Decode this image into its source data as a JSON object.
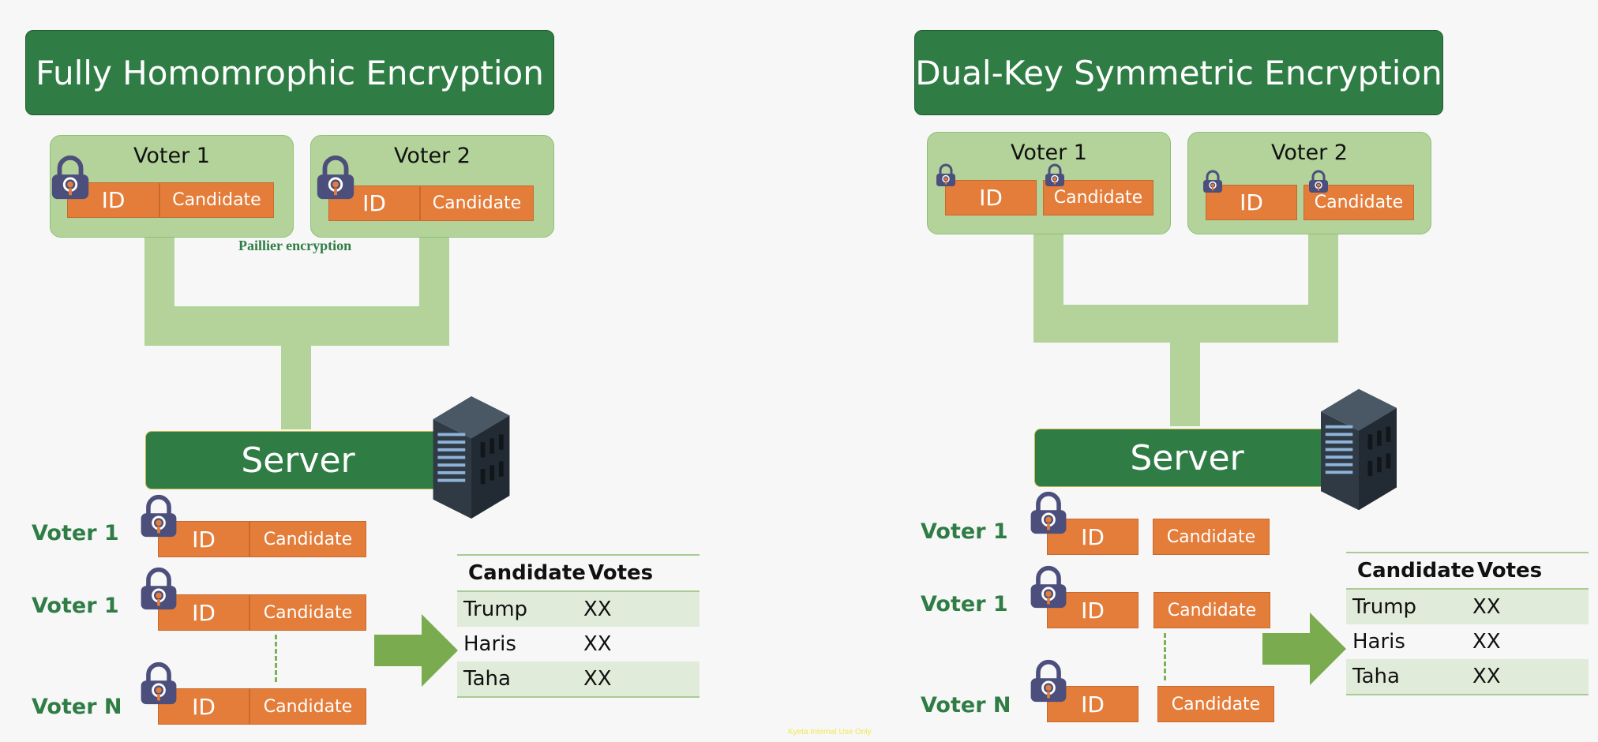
{
  "colors": {
    "title_green": "#2f7d45",
    "light_green": "#b3d39a",
    "orange": "#e47d3a",
    "arrow_green": "#7aab4f",
    "lock_purple": "#4c4f7c"
  },
  "left": {
    "title": "Fully Homomrophic Encryption",
    "voter1": {
      "title": "Voter 1",
      "id": "ID",
      "candidate": "Candidate"
    },
    "voter2": {
      "title": "Voter 2",
      "id": "ID",
      "candidate": "Candidate"
    },
    "annotation": "Paillier encryption",
    "server": "Server",
    "rows": [
      {
        "label": "Voter 1",
        "id": "ID",
        "candidate": "Candidate"
      },
      {
        "label": "Voter 1",
        "id": "ID",
        "candidate": "Candidate"
      },
      {
        "label": "Voter N",
        "id": "ID",
        "candidate": "Candidate"
      }
    ],
    "table": {
      "headers": [
        "Candidate",
        "Votes"
      ],
      "rows": [
        [
          "Trump",
          "XX"
        ],
        [
          "Haris",
          "XX"
        ],
        [
          "Taha",
          "XX"
        ]
      ]
    }
  },
  "right": {
    "title": "Dual-Key Symmetric Encryption",
    "voter1": {
      "title": "Voter 1",
      "id": "ID",
      "candidate": "Candidate"
    },
    "voter2": {
      "title": "Voter 2",
      "id": "ID",
      "candidate": "Candidate"
    },
    "server": "Server",
    "rows": [
      {
        "label": "Voter 1",
        "id": "ID",
        "candidate": "Candidate"
      },
      {
        "label": "Voter 1",
        "id": "ID",
        "candidate": "Candidate"
      },
      {
        "label": "Voter N",
        "id": "ID",
        "candidate": "Candidate"
      }
    ],
    "table": {
      "headers": [
        "Candidate",
        "Votes"
      ],
      "rows": [
        [
          "Trump",
          "XX"
        ],
        [
          "Haris",
          "XX"
        ],
        [
          "Taha",
          "XX"
        ]
      ]
    }
  },
  "footer": "Kyeta Internal Use Only",
  "icons": [
    "lock-icon",
    "server-rack-icon",
    "arrow-right-icon"
  ]
}
